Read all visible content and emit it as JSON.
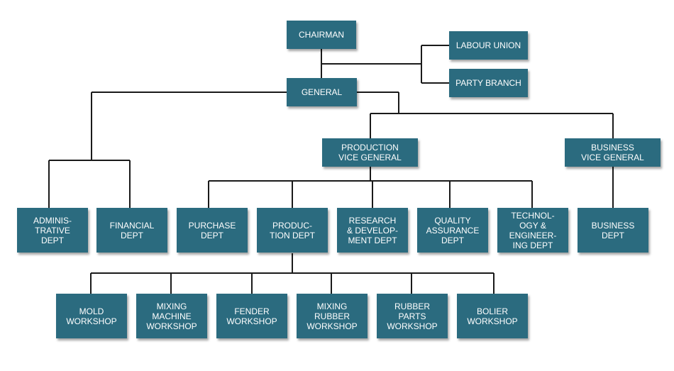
{
  "org": {
    "chairman": "CHAIRMAN",
    "labour_union": "LABOUR UNION",
    "party_branch": "PARTY BRANCH",
    "general": "GENERAL",
    "production_vice": [
      "PRODUCTION",
      "VICE GENERAL"
    ],
    "business_vice": [
      "BUSINESS",
      "VICE GENERAL"
    ],
    "admin": [
      "ADMINIS-",
      "TRATIVE",
      "DEPT"
    ],
    "financial": [
      "FINANCIAL",
      "DEPT"
    ],
    "purchase": [
      "PURCHASE",
      "DEPT"
    ],
    "production_dept": [
      "PRODUC-",
      "TION DEPT"
    ],
    "research": [
      "RESEARCH",
      "& DEVELOP-",
      "MENT DEPT"
    ],
    "quality": [
      "QUALITY",
      "ASSURANCE",
      "DEPT"
    ],
    "technology": [
      "TECHNOL-",
      "OGY &",
      "ENGINEER-",
      "ING DEPT"
    ],
    "business_dept": [
      "BUSINESS",
      "DEPT"
    ],
    "mold": [
      "MOLD",
      "WORKSHOP"
    ],
    "mixing_machine": [
      "MIXING",
      "MACHINE",
      "WORKSHOP"
    ],
    "fender": [
      "FENDER",
      "WORKSHOP"
    ],
    "mixing_rubber": [
      "MIXING",
      "RUBBER",
      "WORKSHOP"
    ],
    "rubber_parts": [
      "RUBBER",
      "PARTS",
      "WORKSHOP"
    ],
    "bolier": [
      "BOLIER",
      "WORKSHOP"
    ]
  },
  "colors": {
    "box": "#2b6b7f",
    "line": "#1a1a1a",
    "text": "#ffffff"
  }
}
